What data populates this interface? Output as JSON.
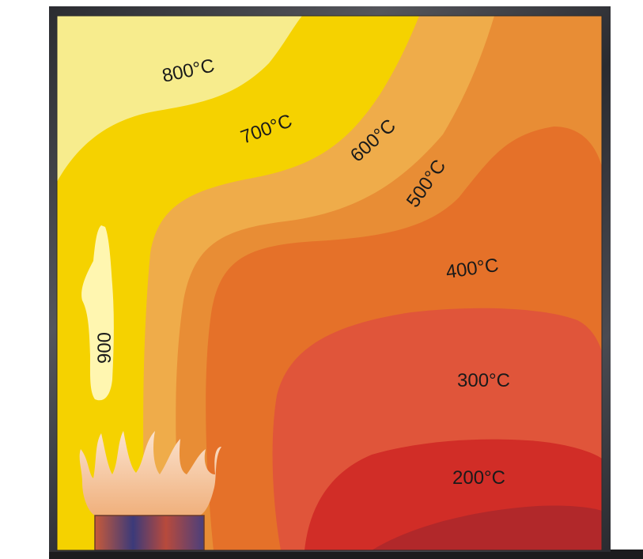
{
  "diagram": {
    "isotherms": [
      {
        "id": "t800",
        "label": "800°C",
        "color": "#f7ec8d"
      },
      {
        "id": "t700",
        "label": "700°C",
        "color": "#f5d200"
      },
      {
        "id": "t600",
        "label": "600°C",
        "color": "#efac4a"
      },
      {
        "id": "t500",
        "label": "500°C",
        "color": "#e88d35"
      },
      {
        "id": "t400",
        "label": "400°C",
        "color": "#e57129"
      },
      {
        "id": "t300",
        "label": "300°C",
        "color": "#e0553a"
      },
      {
        "id": "t200",
        "label": "200°C",
        "color": "#d12d27"
      }
    ],
    "hot_core": {
      "label": "900",
      "color": "#fff6b0"
    },
    "cool_corner_color": "#b1282a",
    "flame_color": "#f7c9a4",
    "wall_color": "#3a3b40"
  }
}
